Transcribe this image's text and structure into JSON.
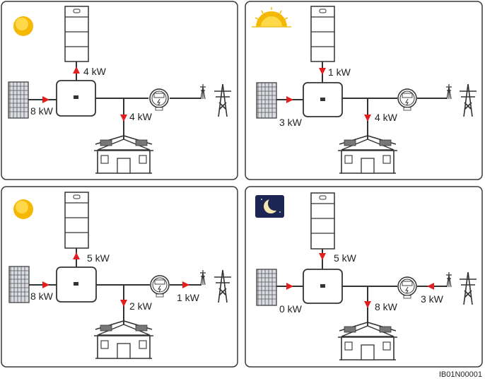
{
  "figure_id": "IB01N00001",
  "panels": [
    {
      "sky": "sun",
      "battery": "4 kW",
      "pv": "8 kW",
      "load": "4 kW",
      "grid": ""
    },
    {
      "sky": "sunset",
      "battery": "1 kW",
      "pv": "3 kW",
      "load": "4 kW",
      "grid": ""
    },
    {
      "sky": "sun",
      "battery": "5 kW",
      "pv": "8 kW",
      "load": "2 kW",
      "grid": "1 kW"
    },
    {
      "sky": "moon",
      "battery": "5 kW",
      "pv": "0 kW",
      "load": "8 kW",
      "grid": "3 kW"
    }
  ],
  "colors": {
    "arrow": "#e02020",
    "line": "#333333",
    "frame": "#3a3a3a",
    "sun": "#f5b800",
    "night": "#1d2552"
  }
}
